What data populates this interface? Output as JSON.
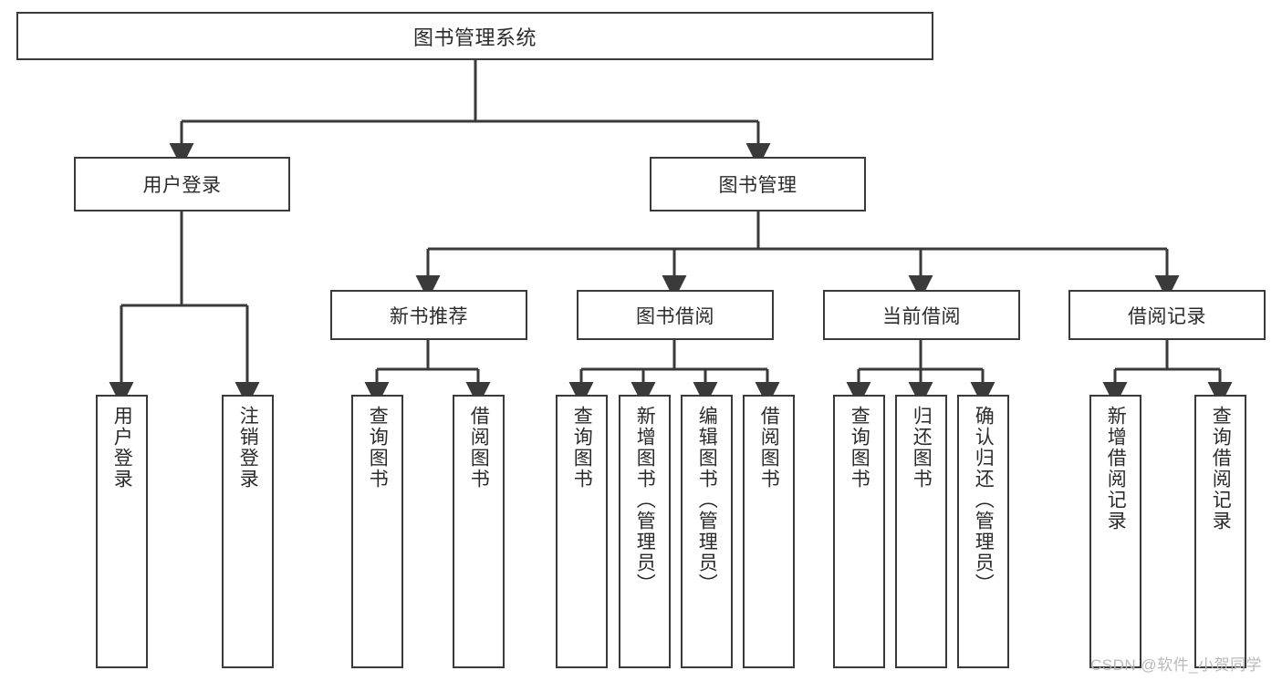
{
  "diagram": {
    "type": "hierarchy-tree",
    "title": "图书管理系统",
    "orientation": "top-down",
    "colors": {
      "box_border": "#3a3a3a",
      "box_fill": "#ffffff",
      "connector": "#3a3a3a",
      "text": "#2b2b2b",
      "watermark": "#b9b9b9",
      "background": "#ffffff"
    }
  },
  "root": {
    "label": "图书管理系统"
  },
  "level2": [
    {
      "id": "user-login",
      "label": "用户登录"
    },
    {
      "id": "book-manage",
      "label": "图书管理"
    }
  ],
  "level3": [
    {
      "id": "new-book-recommend",
      "label": "新书推荐"
    },
    {
      "id": "book-borrow",
      "label": "图书借阅"
    },
    {
      "id": "current-borrow",
      "label": "当前借阅"
    },
    {
      "id": "borrow-record",
      "label": "借阅记录"
    }
  ],
  "leaves": {
    "user_login": [
      {
        "id": "leaf-user-login",
        "label": "用户登录"
      },
      {
        "id": "leaf-logout-login",
        "label": "注销登录"
      }
    ],
    "new_book_recommend": [
      {
        "id": "leaf-query-book-1",
        "label": "查询图书"
      },
      {
        "id": "leaf-borrow-book-1",
        "label": "借阅图书"
      }
    ],
    "book_borrow": [
      {
        "id": "leaf-query-book-2",
        "label": "查询图书"
      },
      {
        "id": "leaf-add-book",
        "label": "新增图书（管理员）"
      },
      {
        "id": "leaf-edit-book",
        "label": "编辑图书（管理员）"
      },
      {
        "id": "leaf-borrow-book-2",
        "label": "借阅图书"
      }
    ],
    "current_borrow": [
      {
        "id": "leaf-query-book-3",
        "label": "查询图书"
      },
      {
        "id": "leaf-return-book",
        "label": "归还图书"
      },
      {
        "id": "leaf-confirm-return",
        "label": "确认归还（管理员）"
      }
    ],
    "borrow_record": [
      {
        "id": "leaf-add-record",
        "label": "新增借阅记录"
      },
      {
        "id": "leaf-query-record",
        "label": "查询借阅记录"
      }
    ]
  },
  "watermark": {
    "text": "CSDN @软件_小贺同学"
  }
}
